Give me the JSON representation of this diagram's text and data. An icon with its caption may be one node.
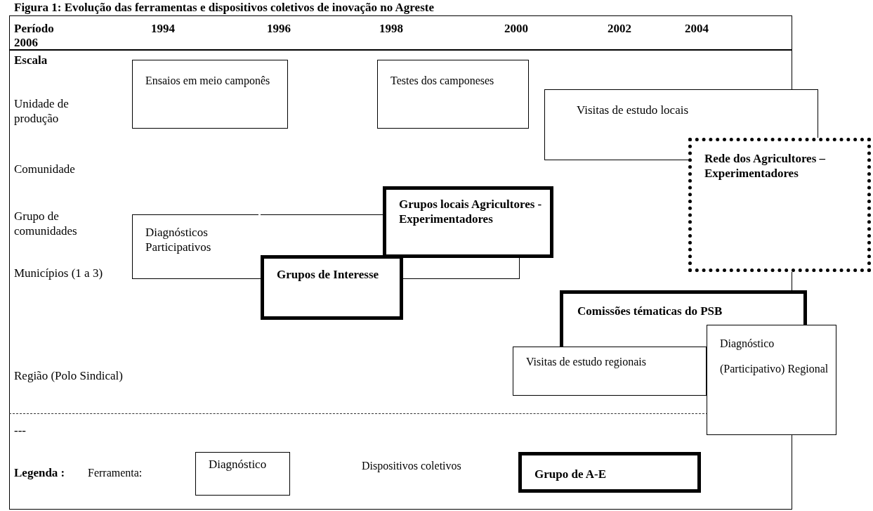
{
  "diagram": {
    "title": "Figura 1: Evolução das ferramentas e dispositivos coletivos de inovação no Agreste",
    "nodes": [
      {
        "text": [
          "Ensaios em meio camponês"
        ]
      },
      {
        "text": [
          "Testes dos camponeses"
        ]
      },
      {
        "text": [
          "Visitas de estudo locais"
        ]
      },
      {
        "text": [
          "Rede dos Agricultores – Experimentadores"
        ]
      },
      {
        "text": [
          "Grupos locais Agricultores - Experimentadores"
        ]
      },
      {
        "text": [
          "Diagnósticos Participativos"
        ]
      },
      {
        "text": [
          "Grupos de Interesse"
        ]
      },
      {
        "text": [
          "Comissões tématicas do PSB"
        ]
      },
      {
        "text": [
          "Visitas de estudo regionais"
        ]
      },
      {
        "text": [
          "Diagnóstico (Participativo) Regional"
        ]
      },
      {
        "text": [
          "Diagnóstico"
        ]
      },
      {
        "text": [
          "Grupo de A-E"
        ]
      }
    ],
    "edges": [],
    "labels": [
      "Período",
      "1994",
      "1996",
      "1998",
      "2000",
      "2002",
      "2004",
      "2006",
      "Escala",
      "Unidade de produção",
      "Comunidade",
      "Grupo de comunidades",
      "Municípios (1 a 3)",
      "Região (Polo Sindical)",
      "---",
      "Legenda :"
    ],
    "legend": [
      {
        "text": "Ferramenta:"
      },
      {
        "text": "Dispositivos coletivos"
      }
    ]
  }
}
